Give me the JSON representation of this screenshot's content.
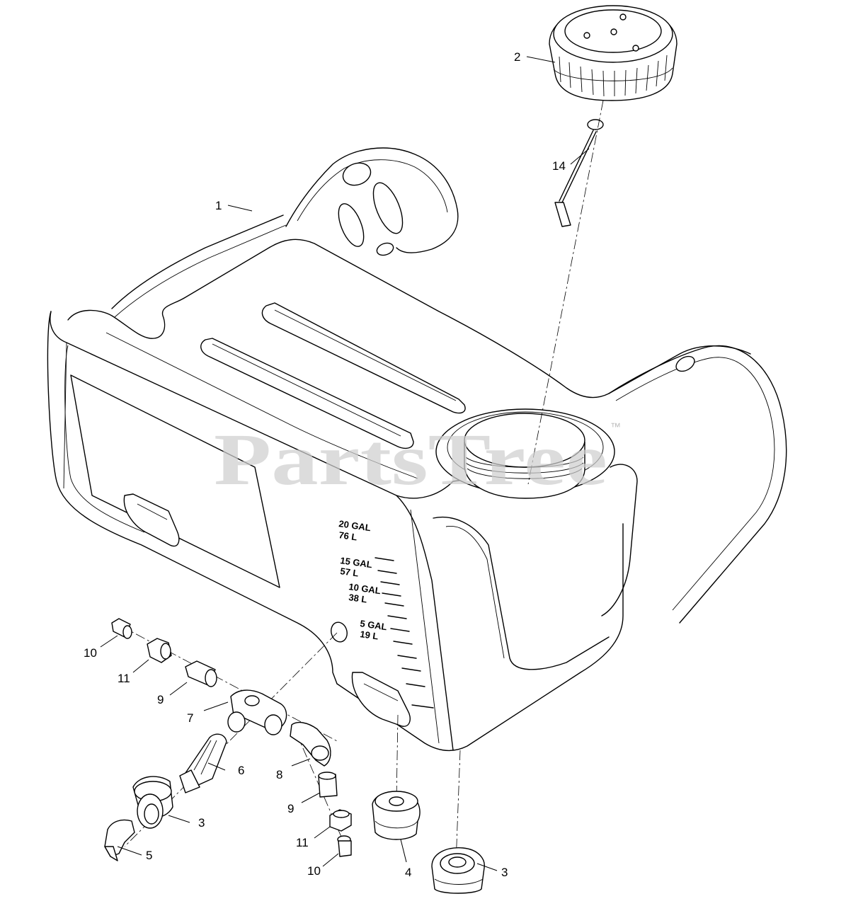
{
  "watermark": {
    "text": "PartsTree",
    "trademark": "™"
  },
  "tank_graduations": [
    {
      "gal": "20 GAL",
      "liters": "76 L"
    },
    {
      "gal": "15 GAL",
      "liters": "57 L"
    },
    {
      "gal": "10 GAL",
      "liters": "38 L"
    },
    {
      "gal": "5 GAL",
      "liters": "19 L"
    }
  ],
  "callouts": {
    "tank": "1",
    "cap": "2",
    "bulkhead_left": "3",
    "bulkhead_right": "3",
    "bulkhead_fitting": "4",
    "elbow_barb": "5",
    "strainer": "6",
    "tee": "7",
    "elbow": "8",
    "nipple_upper": "9",
    "nipple_lower": "9",
    "plug_upper": "10",
    "plug_lower": "10",
    "nut_upper": "11",
    "nut_lower": "11",
    "dipstick": "14"
  }
}
